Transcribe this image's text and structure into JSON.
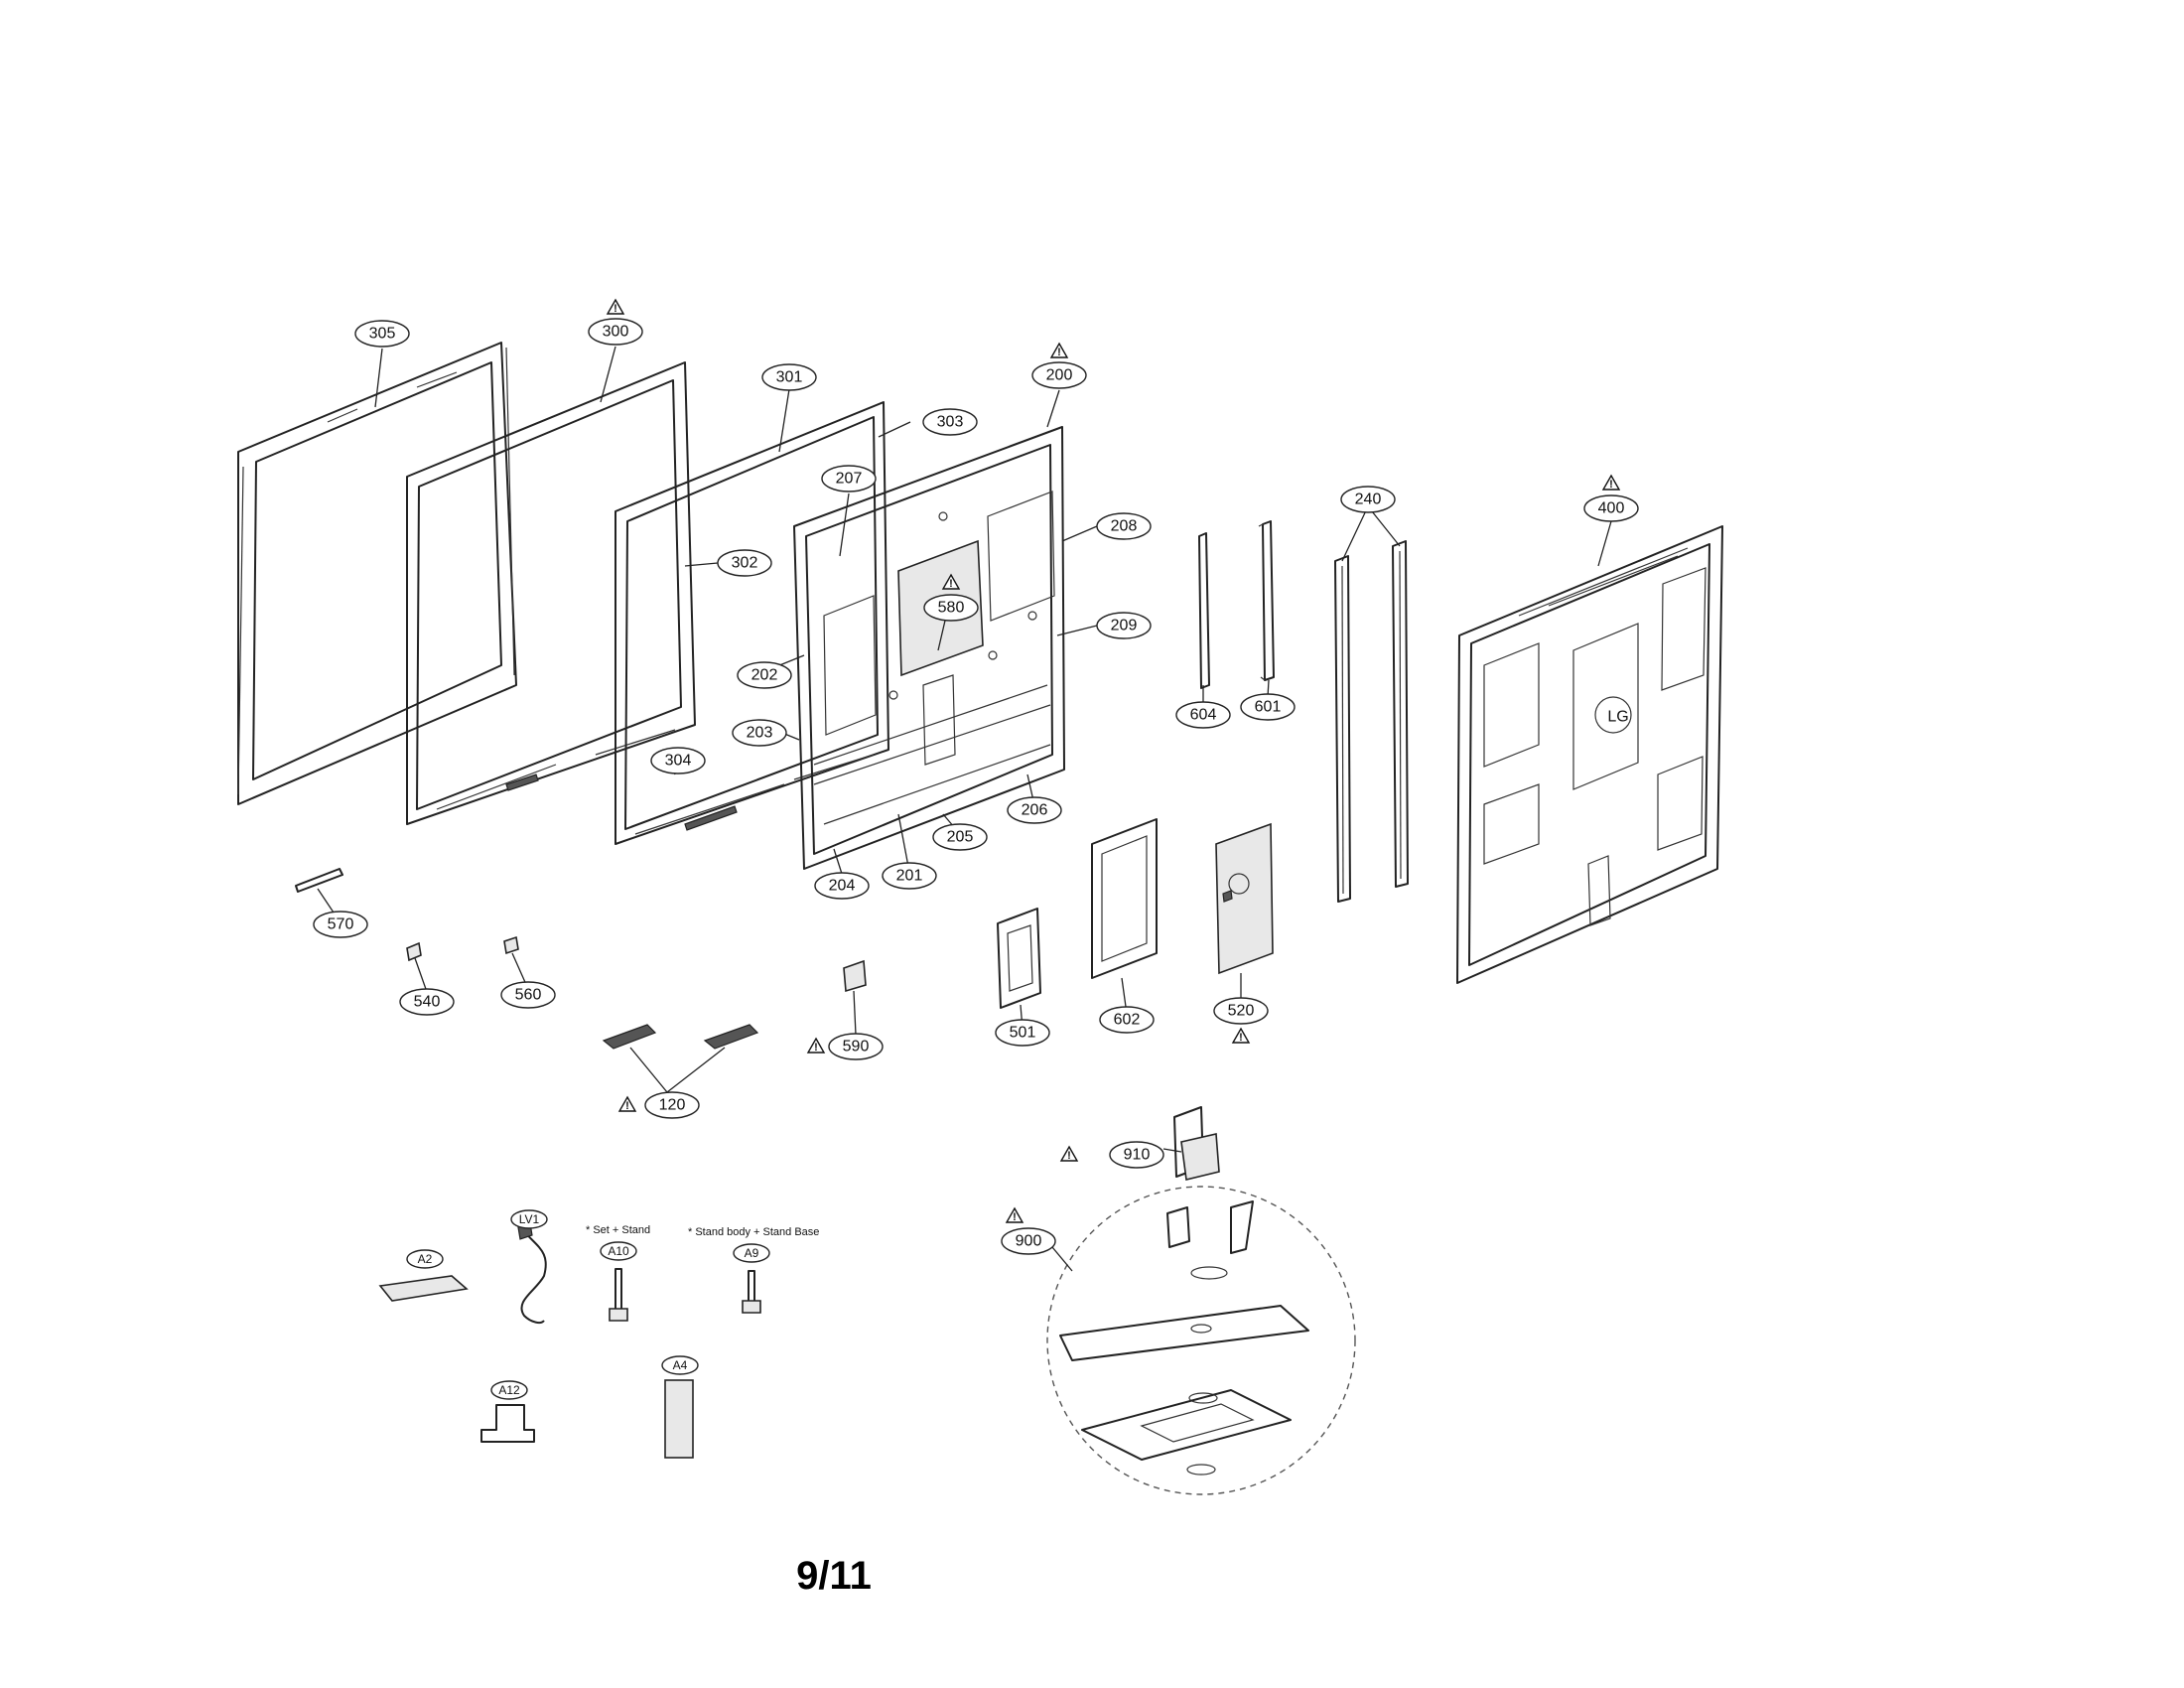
{
  "callouts": {
    "c305": "305",
    "c300": "300",
    "c301": "301",
    "c303": "303",
    "c200": "200",
    "c207": "207",
    "c208": "208",
    "c302": "302",
    "c580": "580",
    "c209": "209",
    "c202": "202",
    "c203": "203",
    "c304": "304",
    "c206": "206",
    "c205": "205",
    "c204": "204",
    "c201": "201",
    "c240": "240",
    "c400": "400",
    "c604": "604",
    "c601": "601",
    "c570": "570",
    "c540": "540",
    "c560": "560",
    "c590": "590",
    "c501": "501",
    "c602": "602",
    "c520": "520",
    "c120": "120",
    "c910": "910",
    "c900": "900",
    "cA2": "A2",
    "cLV1": "LV1",
    "cA10": "A10",
    "cA9": "A9",
    "cA12": "A12",
    "cA4": "A4"
  },
  "notes": {
    "set_stand": "* Set + Stand",
    "stand_body_base": "* Stand body + Stand Base"
  },
  "warning_symbol": "!",
  "logo_text": "LG",
  "page_number": "9/11"
}
